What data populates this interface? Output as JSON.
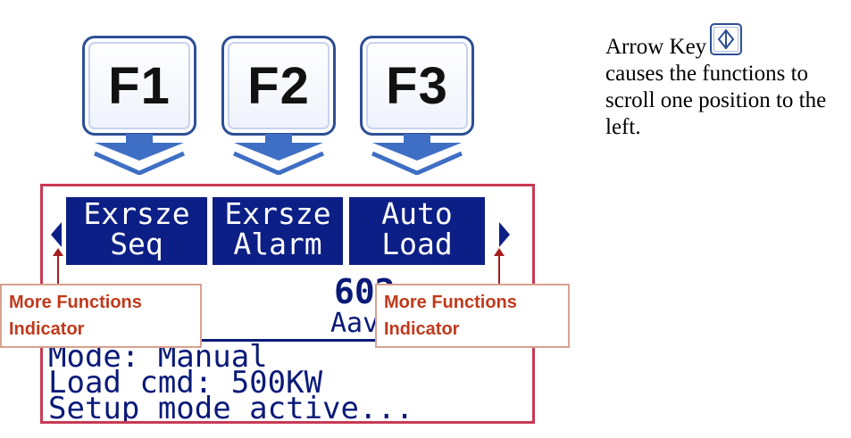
{
  "function_keys": [
    {
      "label": "F1"
    },
    {
      "label": "F2"
    },
    {
      "label": "F3"
    }
  ],
  "display": {
    "softkeys": [
      {
        "line1": "Exrsze",
        "line2": "Seq"
      },
      {
        "line1": "Exrsze",
        "line2": "Alarm"
      },
      {
        "line1": "Auto",
        "line2": "Load"
      }
    ],
    "value": "602",
    "value_unit": "Aavg",
    "lines": [
      "Mode: Manual",
      "Load cmd: 500KW",
      "Setup mode active..."
    ]
  },
  "callouts": {
    "left": {
      "line1": "More Functions",
      "line2": "Indicator"
    },
    "right": {
      "line1": "More Functions",
      "line2": "Indicator"
    }
  },
  "caption": {
    "part1": "Arrow Key",
    "part2": "causes the functions to scroll one position to the left."
  },
  "colors": {
    "key_border": "#2d4f96",
    "arrow_blue": "#3f6fc4",
    "display_frame": "#c83a56",
    "lcd_fg": "#0a1a78",
    "callout_text": "#c0391b"
  },
  "icons": {
    "scroll_left": "triangle-left-icon",
    "scroll_right": "triangle-right-icon",
    "key_arrow": "arrow-left-key-icon"
  }
}
